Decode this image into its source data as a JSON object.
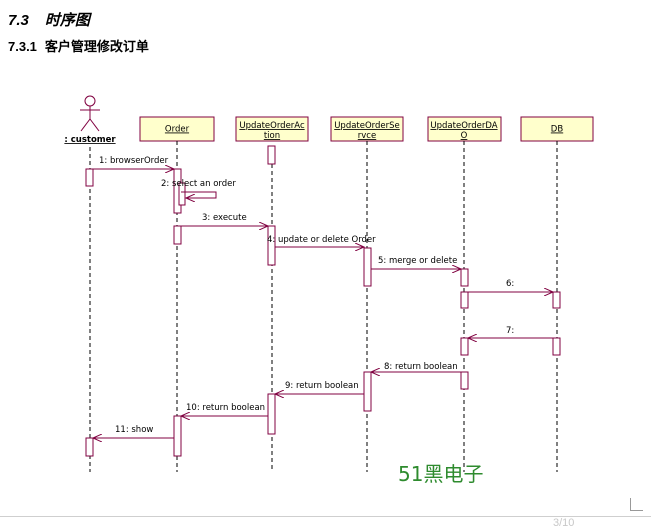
{
  "section": {
    "number": "7.3",
    "title": "时序图"
  },
  "subsection": {
    "number": "7.3.1",
    "title": "客户管理修改订单"
  },
  "actor": {
    "label": ": customer"
  },
  "lifelines": [
    {
      "id": "customer",
      "label_lines": [
        ": customer"
      ],
      "is_actor": true
    },
    {
      "id": "order",
      "label_lines": [
        "Order"
      ]
    },
    {
      "id": "action",
      "label_lines": [
        "UpdateOrderAc",
        "tion"
      ]
    },
    {
      "id": "service",
      "label_lines": [
        "UpdateOrderSe",
        "rvce"
      ]
    },
    {
      "id": "dao",
      "label_lines": [
        "UpdateOrderDA",
        "O"
      ]
    },
    {
      "id": "db",
      "label_lines": [
        "DB"
      ]
    }
  ],
  "messages": [
    {
      "from": "customer",
      "to": "order",
      "label": "1: browserOrder"
    },
    {
      "from": "order",
      "to": "order",
      "label": "2: select an order",
      "self": true
    },
    {
      "from": "order",
      "to": "action",
      "label": "3: execute"
    },
    {
      "from": "action",
      "to": "service",
      "label": "4: update or delete Order"
    },
    {
      "from": "service",
      "to": "dao",
      "label": "5: merge or delete"
    },
    {
      "from": "dao",
      "to": "db",
      "label": "6:"
    },
    {
      "from": "db",
      "to": "dao",
      "label": "7:"
    },
    {
      "from": "dao",
      "to": "service",
      "label": "8: return boolean"
    },
    {
      "from": "service",
      "to": "action",
      "label": "9: return boolean"
    },
    {
      "from": "action",
      "to": "order",
      "label": "10: return  boolean"
    },
    {
      "from": "order",
      "to": "customer",
      "label": "11: show"
    }
  ],
  "watermark": "51黑电子",
  "footer": {
    "page_text": "3/10"
  },
  "colors": {
    "line": "#800040",
    "box_fill": "#ffffcc",
    "box_border": "#800040",
    "watermark": "#2e8b2e"
  }
}
